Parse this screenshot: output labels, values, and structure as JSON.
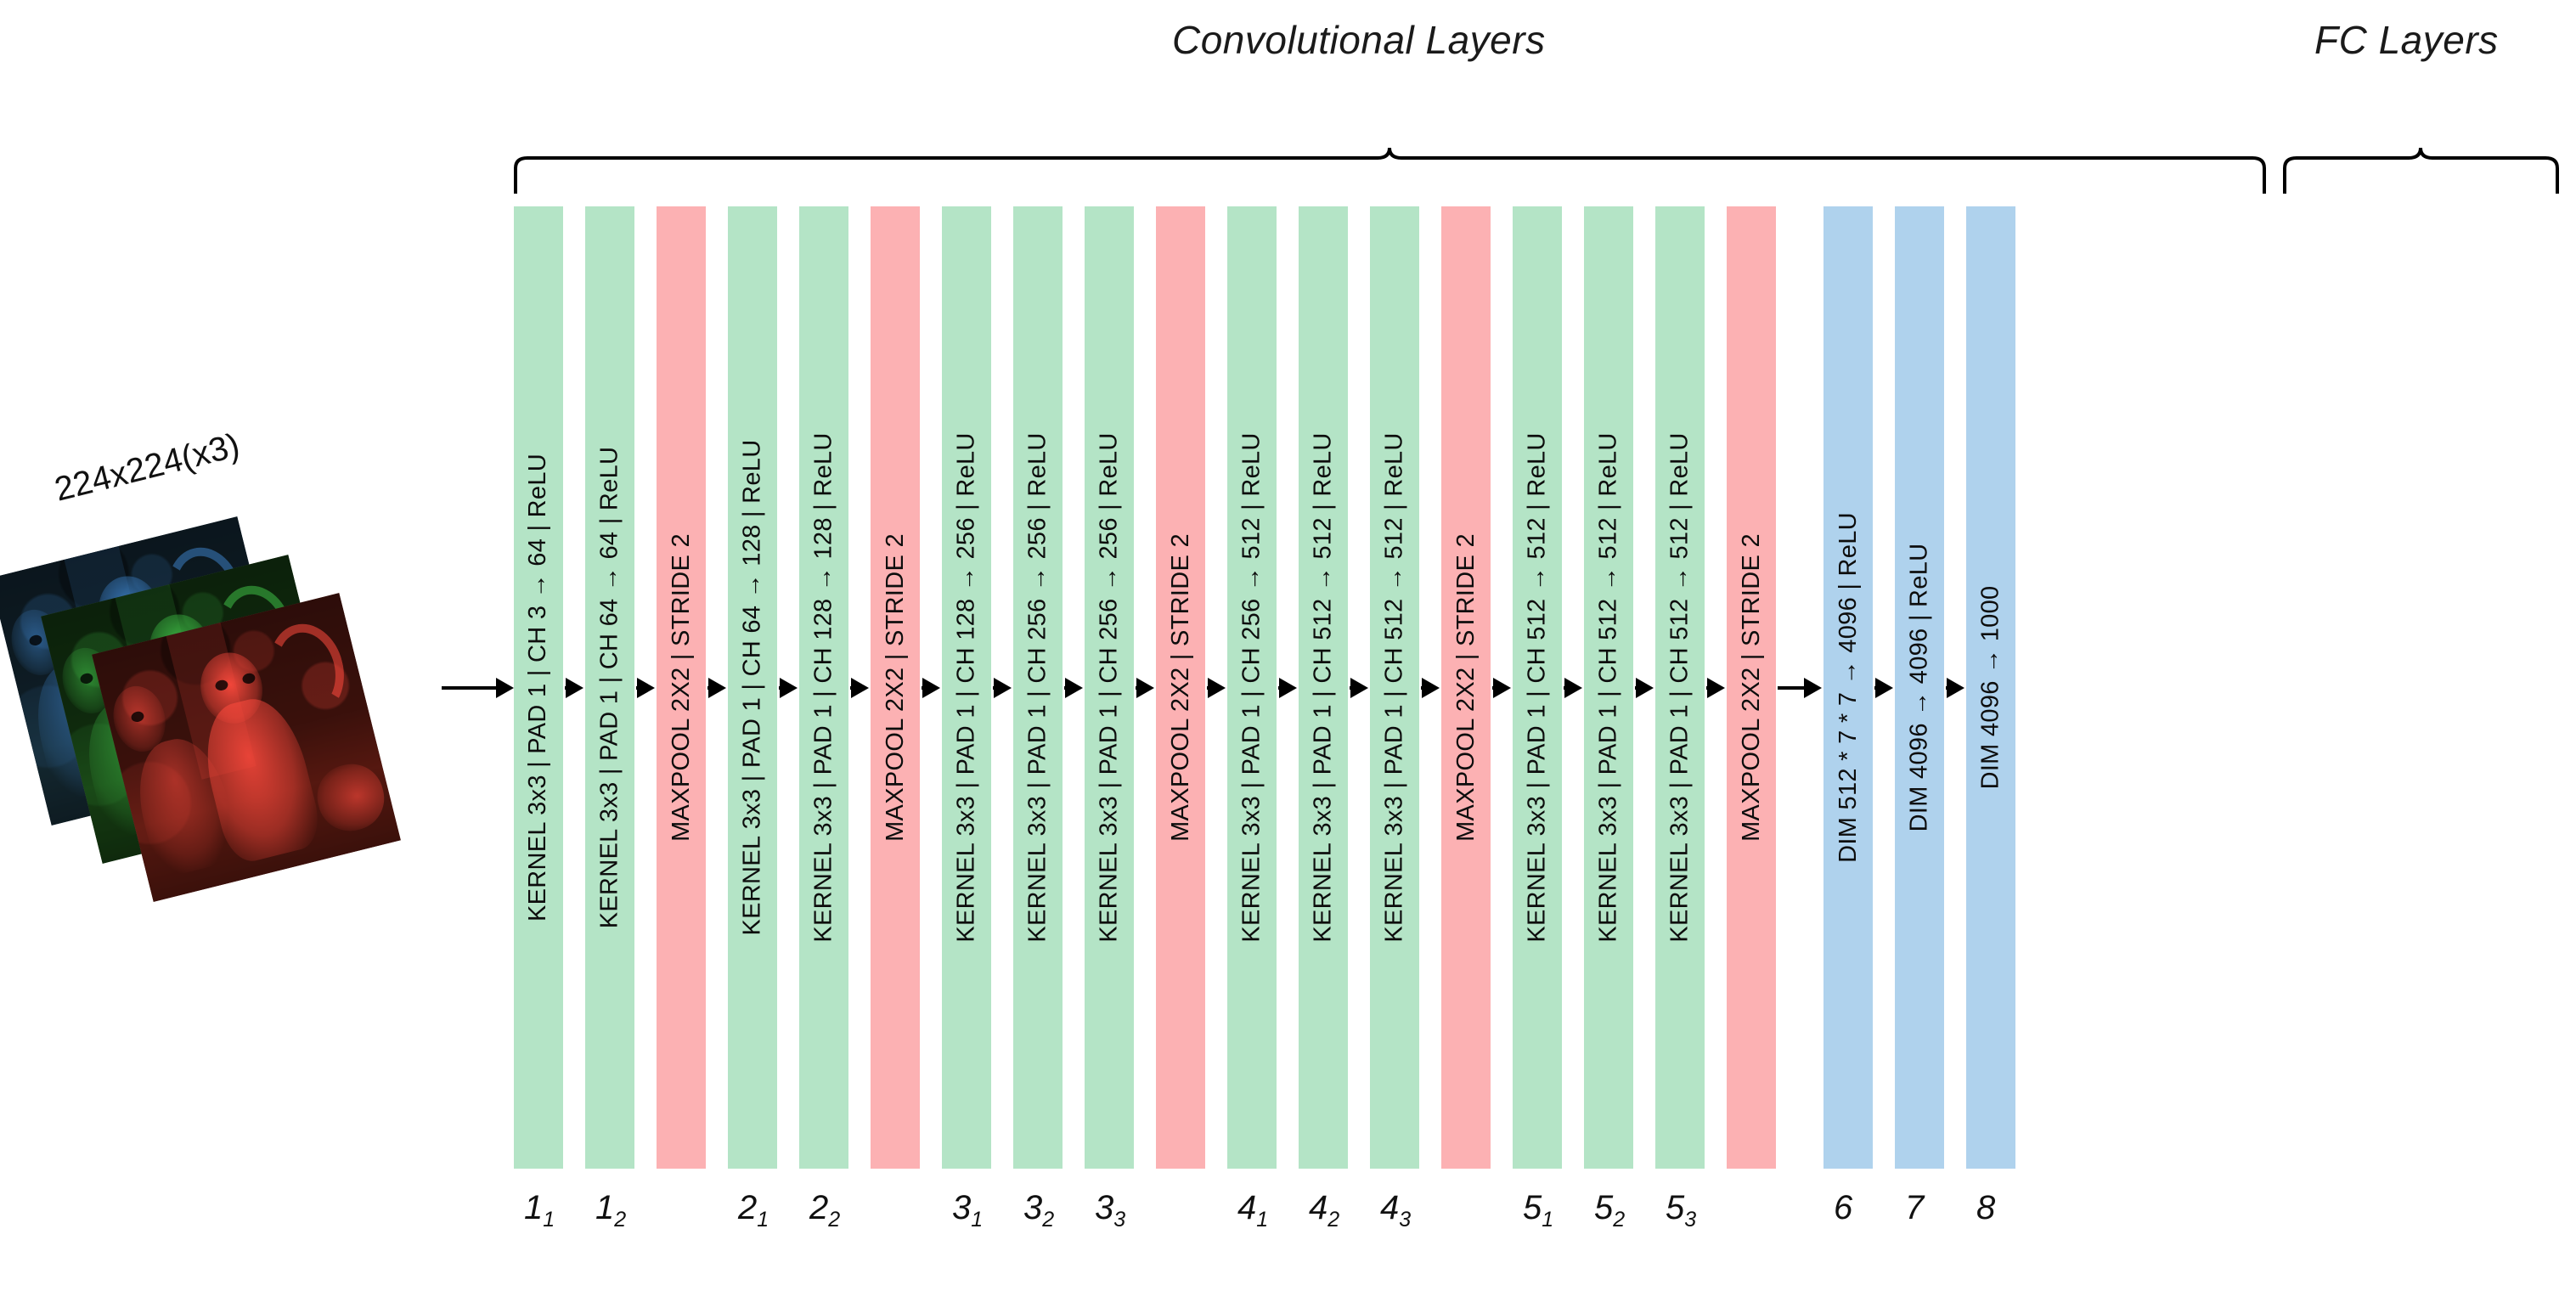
{
  "headers": {
    "conv": "Convolutional Layers",
    "fc": "FC Layers"
  },
  "input": {
    "label": "224x224(x3)",
    "channels": [
      "blue-channel",
      "green-channel",
      "red-channel"
    ]
  },
  "colors": {
    "conv": "#b4e4c6",
    "pool": "#fcb1b3",
    "fc": "#afd2ed",
    "text": "#0d0d0d",
    "background": "#ffffff"
  },
  "blocks": [
    {
      "kind": "conv",
      "label": "KERNEL 3x3 | PAD 1 | CH  3 → 64 | ReLU",
      "index": "1",
      "sub": "1"
    },
    {
      "kind": "conv",
      "label": "KERNEL 3x3 | PAD 1 | CH 64 → 64 | ReLU",
      "index": "1",
      "sub": "2"
    },
    {
      "kind": "pool",
      "label": "MAXPOOL 2X2 | STRIDE 2",
      "index": "",
      "sub": ""
    },
    {
      "kind": "conv",
      "label": "KERNEL 3x3 | PAD 1 | CH 64 → 128 | ReLU",
      "index": "2",
      "sub": "1"
    },
    {
      "kind": "conv",
      "label": "KERNEL 3x3 | PAD 1 | CH 128 → 128 | ReLU",
      "index": "2",
      "sub": "2"
    },
    {
      "kind": "pool",
      "label": "MAXPOOL 2X2 | STRIDE 2",
      "index": "",
      "sub": ""
    },
    {
      "kind": "conv",
      "label": "KERNEL 3x3 | PAD 1 | CH 128 → 256 | ReLU",
      "index": "3",
      "sub": "1"
    },
    {
      "kind": "conv",
      "label": "KERNEL 3x3 | PAD 1 | CH 256 → 256 | ReLU",
      "index": "3",
      "sub": "2"
    },
    {
      "kind": "conv",
      "label": "KERNEL 3x3 | PAD 1 | CH 256 → 256 | ReLU",
      "index": "3",
      "sub": "3"
    },
    {
      "kind": "pool",
      "label": "MAXPOOL 2X2 | STRIDE 2",
      "index": "",
      "sub": ""
    },
    {
      "kind": "conv",
      "label": "KERNEL 3x3 | PAD 1 | CH 256 → 512 | ReLU",
      "index": "4",
      "sub": "1"
    },
    {
      "kind": "conv",
      "label": "KERNEL 3x3 | PAD 1 | CH 512 → 512 | ReLU",
      "index": "4",
      "sub": "2"
    },
    {
      "kind": "conv",
      "label": "KERNEL 3x3 | PAD 1 | CH 512 → 512 | ReLU",
      "index": "4",
      "sub": "3"
    },
    {
      "kind": "pool",
      "label": "MAXPOOL 2X2 | STRIDE 2",
      "index": "",
      "sub": ""
    },
    {
      "kind": "conv",
      "label": "KERNEL 3x3 | PAD 1 | CH 512 → 512 | ReLU",
      "index": "5",
      "sub": "1"
    },
    {
      "kind": "conv",
      "label": "KERNEL 3x3 | PAD 1 | CH 512 → 512 | ReLU",
      "index": "5",
      "sub": "2"
    },
    {
      "kind": "conv",
      "label": "KERNEL 3x3 | PAD 1 | CH 512 → 512 | ReLU",
      "index": "5",
      "sub": "3"
    },
    {
      "kind": "pool",
      "label": "MAXPOOL 2X2 | STRIDE 2",
      "index": "",
      "sub": ""
    },
    {
      "kind": "fc",
      "label": "DIM 512 * 7 * 7 → 4096 | ReLU",
      "index": "6",
      "sub": ""
    },
    {
      "kind": "fc",
      "label": "DIM 4096 → 4096 | ReLU",
      "index": "7",
      "sub": ""
    },
    {
      "kind": "fc",
      "label": "DIM 4096 → 1000",
      "index": "8",
      "sub": ""
    }
  ]
}
